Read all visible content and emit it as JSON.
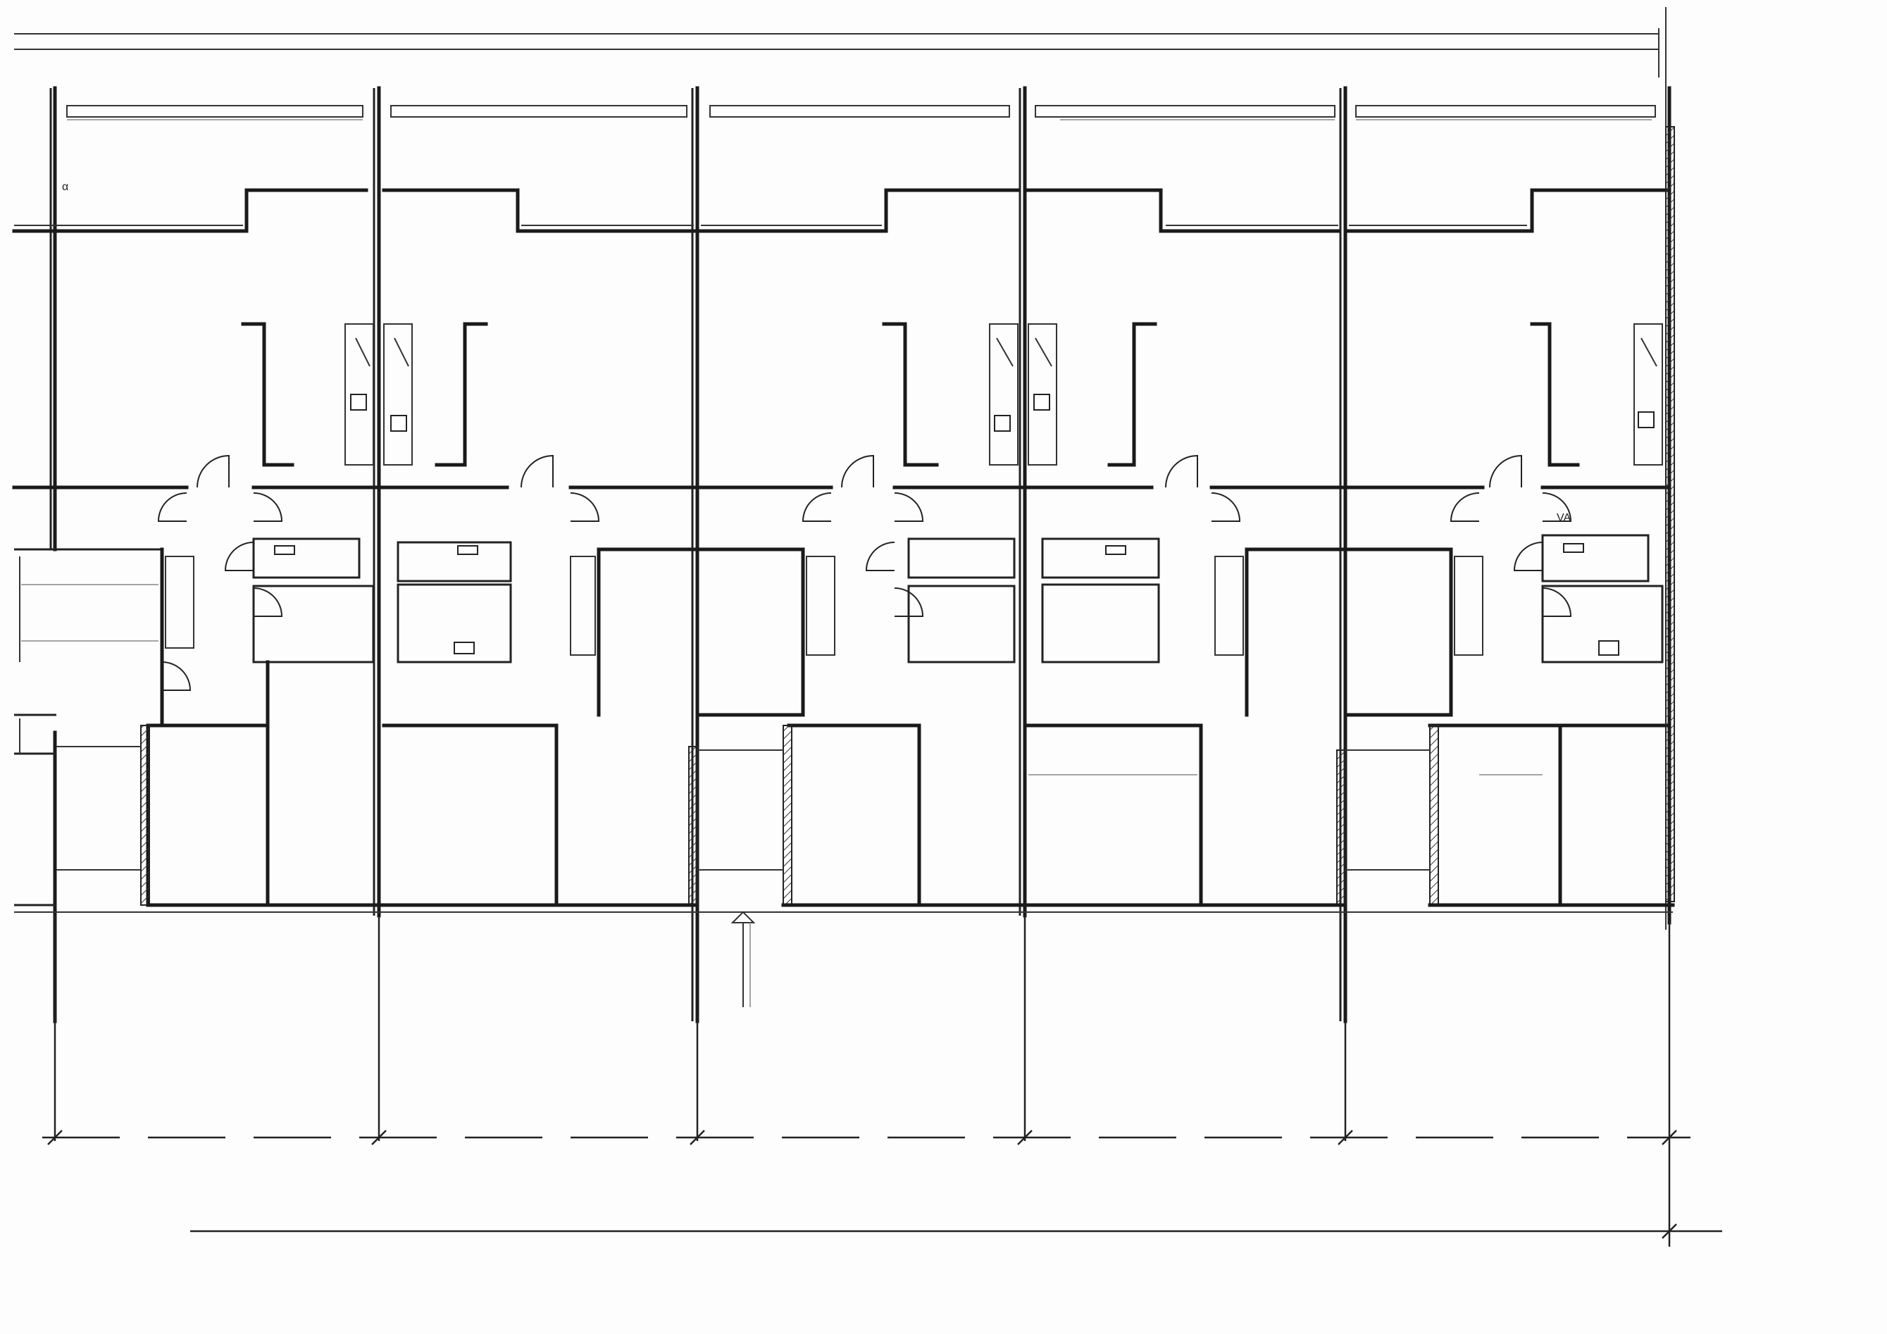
{
  "drawing": {
    "kind": "architectural floor plan (row housing)",
    "style": "black ink line drawing on white",
    "line_color": "#1a1a1a",
    "background_color": "#ffffff",
    "repeated_units": 5,
    "labels": {
      "alpha_mark": "α",
      "wc_mark": "VA"
    }
  }
}
